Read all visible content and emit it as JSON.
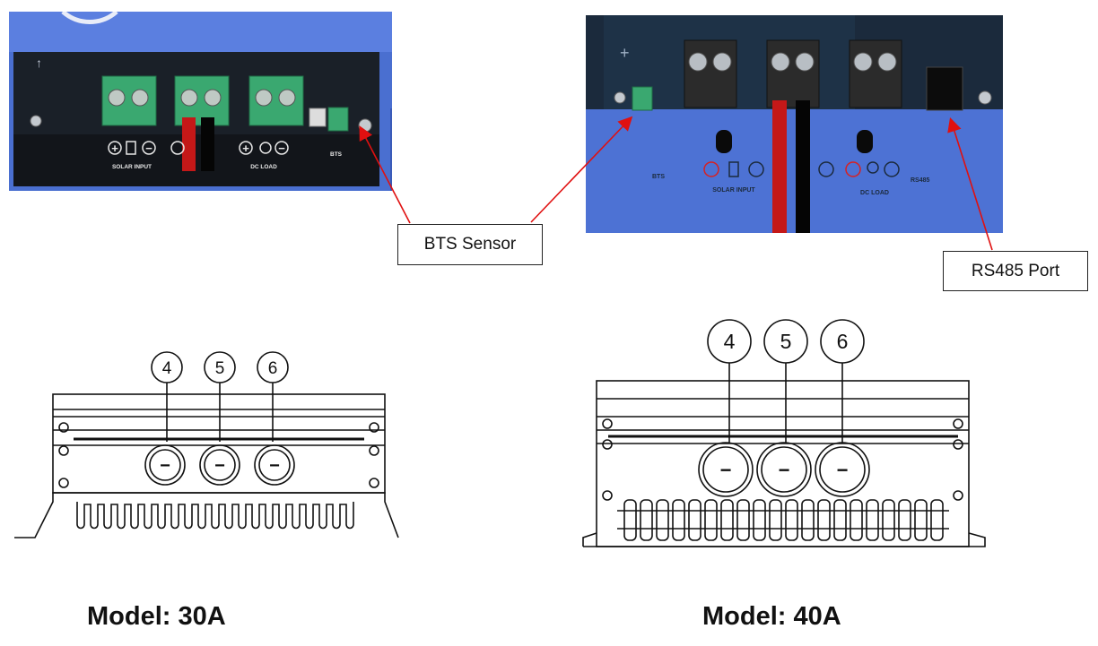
{
  "callouts": {
    "bts_sensor": "BTS Sensor",
    "rs485_port": "RS485 Port"
  },
  "photo_30a": {
    "panel_labels": {
      "solar_input": "SOLAR INPUT",
      "dc_load": "DC LOAD",
      "bts": "BTS"
    }
  },
  "photo_40a": {
    "panel_labels": {
      "bts": "BTS",
      "solar_input": "SOLAR INPUT",
      "dc_load": "DC LOAD",
      "rs485": "RS485"
    }
  },
  "drawing_30a": {
    "balloons": [
      "4",
      "5",
      "6"
    ],
    "terminal_sign": "−"
  },
  "drawing_40a": {
    "balloons": [
      "4",
      "5",
      "6"
    ],
    "terminal_sign": "−"
  },
  "models": {
    "left": "Model: 30A",
    "right": "Model: 40A"
  },
  "colors": {
    "panel_blue": "#4a6fd0",
    "pcb_dark": "#1a2028",
    "terminal_green": "#3aa870",
    "arrow_red": "#e01010"
  }
}
